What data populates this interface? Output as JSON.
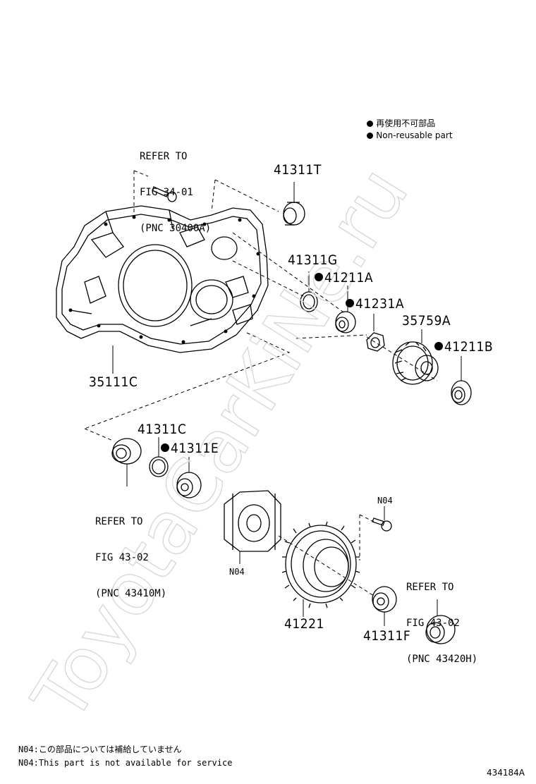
{
  "legend": {
    "reuse_jp": "再使用不可部品",
    "reuse_en": "Non-reusable part"
  },
  "refs": {
    "ref1": [
      "REFER TO",
      "FIG 34-01",
      "(PNC 30400A)"
    ],
    "ref2": [
      "REFER TO",
      "FIG 43-02",
      "(PNC 43410M)"
    ],
    "ref3": [
      "REFER TO",
      "FIG 43-02",
      "(PNC 43420H)"
    ]
  },
  "parts": {
    "p41311T": "41311T",
    "p41311G": "41311G",
    "p41211A": "41211A",
    "p41231A": "41231A",
    "p35759A": "35759A",
    "p41211B": "41211B",
    "p35111C": "35111C",
    "p41311C": "41311C",
    "p41311E": "41311E",
    "pN04a": "N04",
    "pN04b": "N04",
    "p41221": "41221",
    "p41311F": "41311F"
  },
  "notes": {
    "jp": "N04:この部品については補給していません",
    "en": "N04:This part is not available for service"
  },
  "figure_id": "434184A",
  "watermark": "ToyotaCarKiNe.ru"
}
